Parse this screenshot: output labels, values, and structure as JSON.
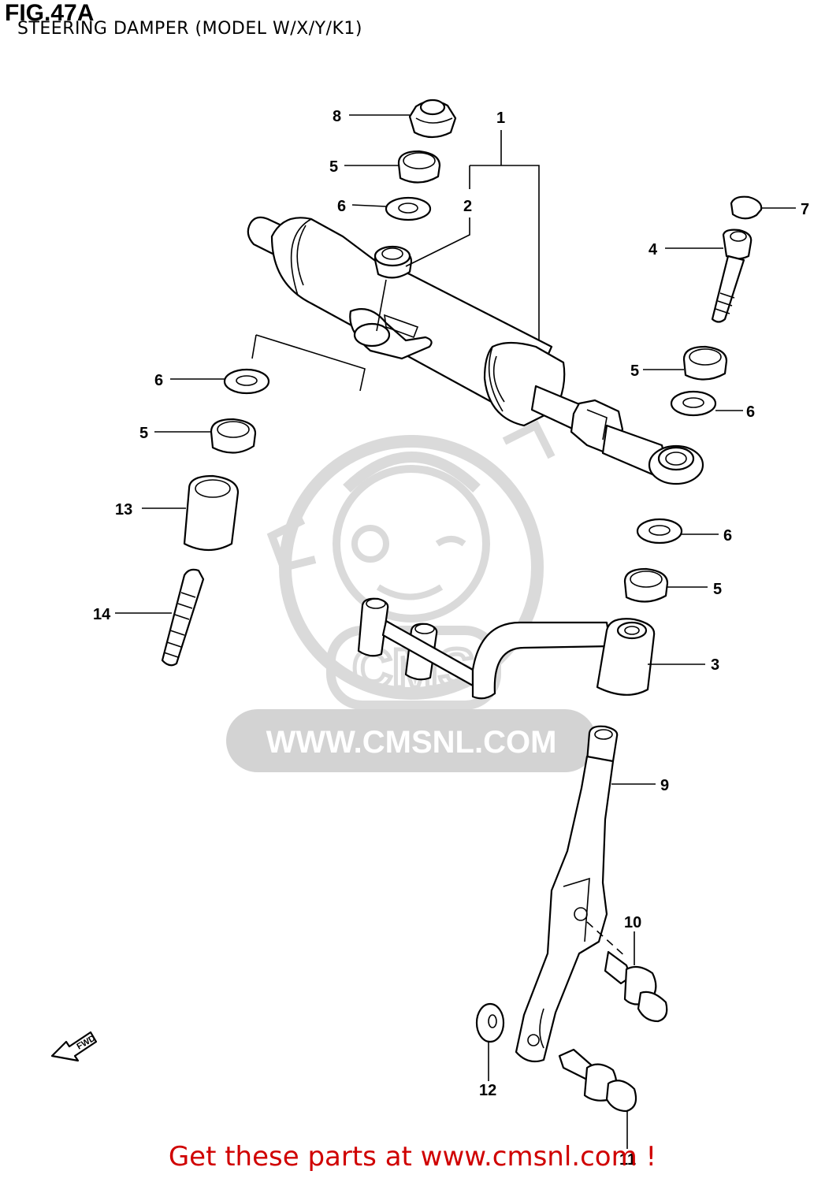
{
  "figure": {
    "title": "FIG.47A",
    "subtitle": "STEERING DAMPER (MODEL W/X/Y/K1)"
  },
  "callouts": [
    {
      "id": "c1",
      "label": "1"
    },
    {
      "id": "c2",
      "label": "2"
    },
    {
      "id": "c3",
      "label": "3"
    },
    {
      "id": "c4",
      "label": "4"
    },
    {
      "id": "c5a",
      "label": "5"
    },
    {
      "id": "c5b",
      "label": "5"
    },
    {
      "id": "c5c",
      "label": "5"
    },
    {
      "id": "c5d",
      "label": "5"
    },
    {
      "id": "c6a",
      "label": "6"
    },
    {
      "id": "c6b",
      "label": "6"
    },
    {
      "id": "c6c",
      "label": "6"
    },
    {
      "id": "c6d",
      "label": "6"
    },
    {
      "id": "c7",
      "label": "7"
    },
    {
      "id": "c8",
      "label": "8"
    },
    {
      "id": "c9",
      "label": "9"
    },
    {
      "id": "c10",
      "label": "10"
    },
    {
      "id": "c11",
      "label": "11"
    },
    {
      "id": "c12",
      "label": "12"
    },
    {
      "id": "c13",
      "label": "13"
    },
    {
      "id": "c14",
      "label": "14"
    }
  ],
  "fwd_label": "FWD",
  "watermark": {
    "text": "WWW.CMSNL.COM",
    "logo_text": "CMS"
  },
  "footer": {
    "text": "Get these parts at www.cmsnl.com !",
    "color": "#d00000"
  }
}
